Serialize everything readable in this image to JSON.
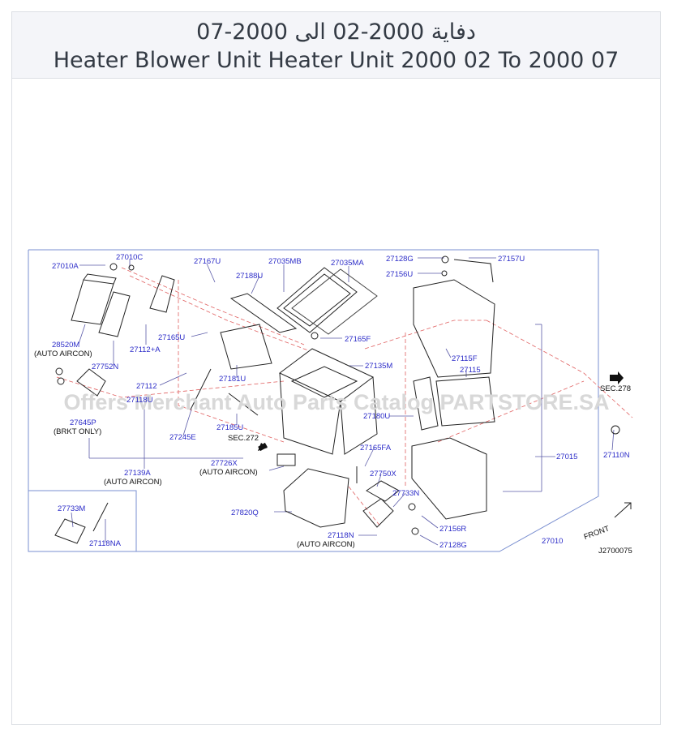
{
  "header": {
    "title_ar": "دفاية 2000-02 الى 2000-07",
    "title_en": "Heater Blower Unit Heater Unit 2000 02 To 2000 07"
  },
  "watermark": "Offers Merchant Auto Parts Catalog PARTSTORE.SA",
  "diagram_id": "J2700075",
  "front_label": "FRONT",
  "parts": {
    "p27010A": "27010A",
    "p27010C": "27010C",
    "p27167U": "27167U",
    "p27035MB": "27035MB",
    "p27035MA": "27035MA",
    "p27128G_top": "27128G",
    "p27157U": "27157U",
    "p27156U": "27156U",
    "p27188U": "27188U",
    "p28520M": "28520M",
    "p27165U": "27165U",
    "p27165F": "27165F",
    "p27112A": "27112+A",
    "p27752N": "27752N",
    "p27135M": "27135M",
    "p27115F": "27115F",
    "p27115": "27115",
    "p27112": "27112",
    "p27181U": "27181U",
    "p27118U": "27118U",
    "p27645P": "27645P",
    "p27180U": "27180U",
    "p27185U": "27185U",
    "p27245E": "27245E",
    "p27165FA": "27165FA",
    "p27015": "27015",
    "p27110N": "27110N",
    "p27726X": "27726X",
    "p27139A": "27139A",
    "p27750X": "27750X",
    "p27733N": "27733N",
    "p27733M": "27733M",
    "p27820Q": "27820Q",
    "p27156R": "27156R",
    "p27118N": "27118N",
    "p27128G_bot": "27128G",
    "p27010": "27010",
    "p27118NA": "27118NA",
    "sec278": "SEC.278",
    "sec272": "SEC.272"
  },
  "notes": {
    "auto_aircon_1": "(AUTO   AIRCON)",
    "brkt_only": "(BRKT   ONLY)",
    "auto_aircon_2": "(AUTO   AIRCON)",
    "auto_aircon_3": "(AUTO   AIRCON)",
    "auto_aircon_4": "(AUTO   AIRCON)"
  }
}
